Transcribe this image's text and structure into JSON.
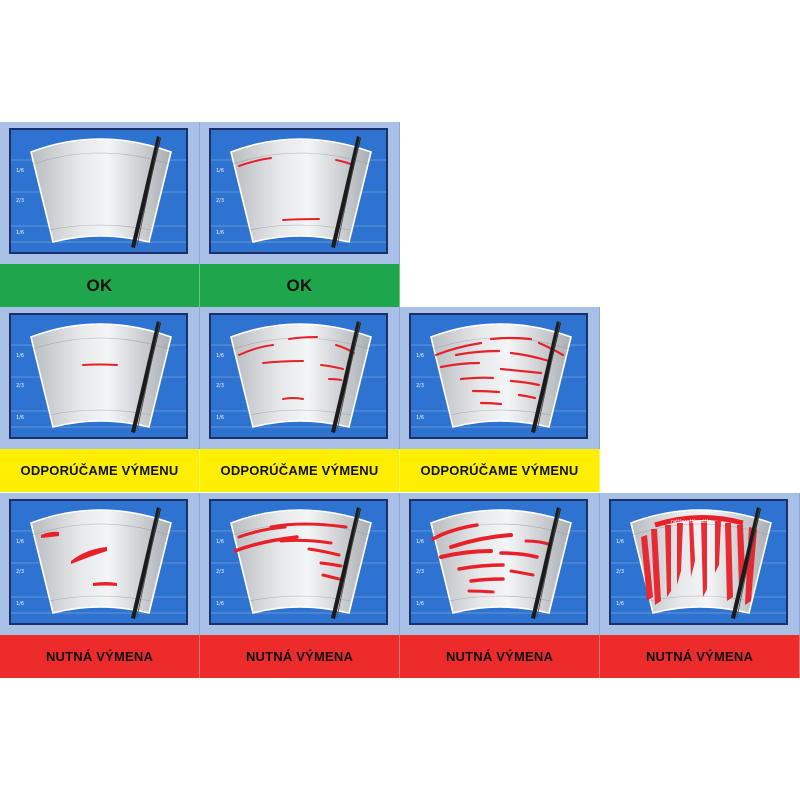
{
  "colors": {
    "panel": "#a8c0e6",
    "screen": "#2f73d0",
    "ok": "#1fa64a",
    "recommend": "#ffee00",
    "necessary": "#ee2b2b",
    "damage": "#e8202a"
  },
  "scale_labels": [
    "1/6",
    "2/3",
    "1/6"
  ],
  "rows": [
    {
      "status": "ok",
      "cells": [
        {
          "label": "OK",
          "damage": "none"
        },
        {
          "label": "OK",
          "damage": "light-streaks"
        }
      ]
    },
    {
      "status": "recommend",
      "cells": [
        {
          "label": "ODPORÚČAME VÝMENU",
          "damage": "single-streak"
        },
        {
          "label": "ODPORÚČAME VÝMENU",
          "damage": "several-streaks"
        },
        {
          "label": "ODPORÚČAME VÝMENU",
          "damage": "many-streaks"
        }
      ]
    },
    {
      "status": "necessary",
      "cells": [
        {
          "label": "NUTNÁ VÝMENA",
          "damage": "patches"
        },
        {
          "label": "NUTNÁ VÝMENA",
          "damage": "wide-streaks"
        },
        {
          "label": "NUTNÁ VÝMENA",
          "damage": "heavy-streaks"
        },
        {
          "label": "NUTNÁ VÝMENA",
          "damage": "vertical-tears",
          "annotation": "rattlerattlerattle"
        }
      ]
    }
  ]
}
